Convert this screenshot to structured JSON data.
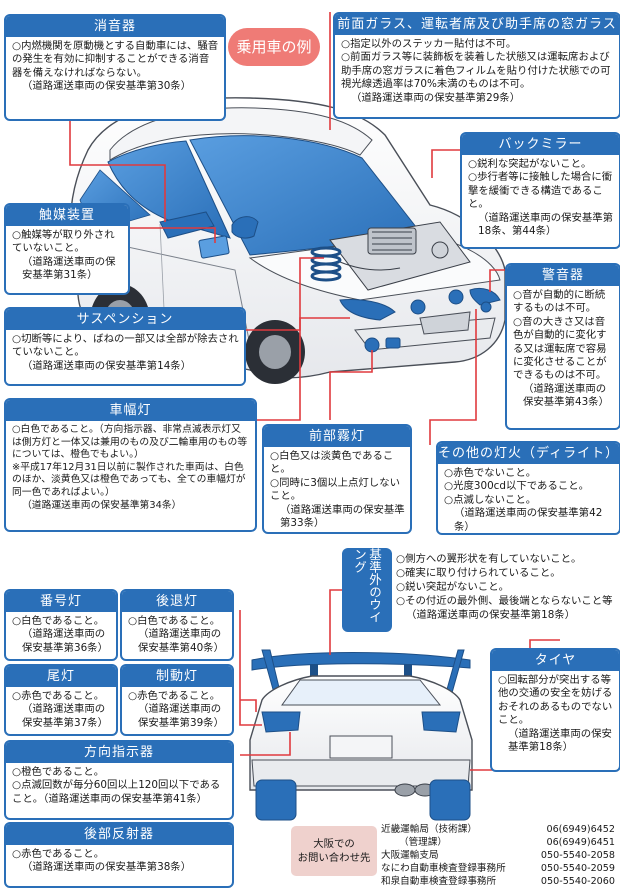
{
  "passenger_label": "乗用車の例",
  "boxes": {
    "muffler": {
      "title": "消音器",
      "items": [
        "○内燃機関を原動機とする自動車には、騒音の発生を有効に抑制することができる消音器を備えなければならない。",
        "（道路運送車両の保安基準第30条）"
      ]
    },
    "windshield": {
      "title": "前面ガラス、運転者席及び助手席の窓ガラス",
      "items": [
        "○指定以外のステッカー貼付は不可。",
        "○前面ガラス等に装飾板を装着した状態又は運転席および助手席の窓ガラスに着色フィルムを貼り付けた状態での可視光線透過率は70%未満のものは不可。",
        "（道路運送車両の保安基準第29条）"
      ]
    },
    "mirror": {
      "title": "バックミラー",
      "items": [
        "○鋭利な突起がないこと。",
        "○歩行者等に接触した場合に衝撃を緩衝できる構造であること。",
        "（道路運送車両の保安基準第18条、第44条）"
      ]
    },
    "feeler": {
      "title": "触媒装置",
      "items": [
        "○触媒等が取り外されていないこと。",
        "（道路運送車両の保安基準第31条）"
      ]
    },
    "horn": {
      "title": "警音器",
      "items": [
        "○音が自動的に断続するものは不可。",
        "○音の大きさ又は音色が自動的に変化する又は運転席で容易に変化させることができるものは不可。",
        "（道路運送車両の保安基準第43条）"
      ]
    },
    "suspension": {
      "title": "サスペンション",
      "items": [
        "○切断等により、ばねの一部又は全部が除去されていないこと。",
        "（道路運送車両の保安基準第14条）"
      ]
    },
    "width_lamp": {
      "title": "車幅灯",
      "items": [
        "○白色であること。（方向指示器、非常点滅表示灯又は側方灯と一体又は兼用のもの及び二輪車用のもの等については、橙色でもよい。）",
        "※平成17年12月31日以前に製作された車両は、白色のほか、淡黄色又は橙色であっても、全ての車幅灯が同一色であればよい。）",
        "（道路運送車両の保安基準第34条）"
      ]
    },
    "fog_lamp": {
      "title": "前部霧灯",
      "items": [
        "○白色又は淡黄色であること。",
        "○同時に3個以上点灯しないこと。",
        "（道路運送車両の保安基準第33条）"
      ]
    },
    "other_lamp": {
      "title": "その他の灯火（ディライト）",
      "items": [
        "○赤色でないこと。",
        "○光度300cd以下であること。",
        "○点滅しないこと。",
        "（道路運送車両の保安基準第42条）"
      ]
    },
    "plate_lamp": {
      "title": "番号灯",
      "items": [
        "○白色であること。",
        "（道路運送車両の保安基準第36条）"
      ]
    },
    "reverse_lamp": {
      "title": "後退灯",
      "items": [
        "○白色であること。",
        "（道路運送車両の保安基準第40条）"
      ]
    },
    "tail_lamp": {
      "title": "尾灯",
      "items": [
        "○赤色であること。",
        "（道路運送車両の保安基準第37条）"
      ]
    },
    "brake_lamp": {
      "title": "制動灯",
      "items": [
        "○赤色であること。",
        "（道路運送車両の保安基準第39条）"
      ]
    },
    "indicator": {
      "title": "方向指示器",
      "items": [
        "○橙色であること。",
        "○点滅回数が毎分60回以上120回以下であること。（道路運送車両の保安基準第41条）"
      ]
    },
    "rear_reflector": {
      "title": "後部反射器",
      "items": [
        "○赤色であること。",
        "（道路運送車両の保安基準第38条）"
      ]
    },
    "tire": {
      "title": "タイヤ",
      "items": [
        "○回転部分が突出する等他の交通の安全を妨げるおそれのあるものでないこと。",
        "（道路運送車両の保安基準第18条）"
      ]
    }
  },
  "wing": {
    "label": "基準外のウイング",
    "items": [
      "○側方への翼形状を有していないこと。",
      "○確実に取り付けられていること。",
      "○鋭い突起がないこと。",
      "○その付近の最外側、最後端とならないこと等",
      "（道路運送車両の保安基準第18条）"
    ]
  },
  "contact": {
    "label_1": "大阪での",
    "label_2": "お問い合わせ先",
    "rows": [
      {
        "org": "近畿運輸局（技術課）",
        "tel": "06(6949)6452"
      },
      {
        "org": "（管理課）",
        "tel": "06(6949)6451"
      },
      {
        "org": "大阪運輸支局",
        "tel": "050-5540-2058"
      },
      {
        "org": "なにわ自動車検査登録事務所",
        "tel": "050-5540-2059"
      },
      {
        "org": "和泉自動車検査登録事務所",
        "tel": "050-5540-2060"
      }
    ]
  },
  "colors": {
    "box_blue": "#2a6fb8",
    "leader_red": "#e03a3e",
    "label_pink": "#ef7b76"
  }
}
